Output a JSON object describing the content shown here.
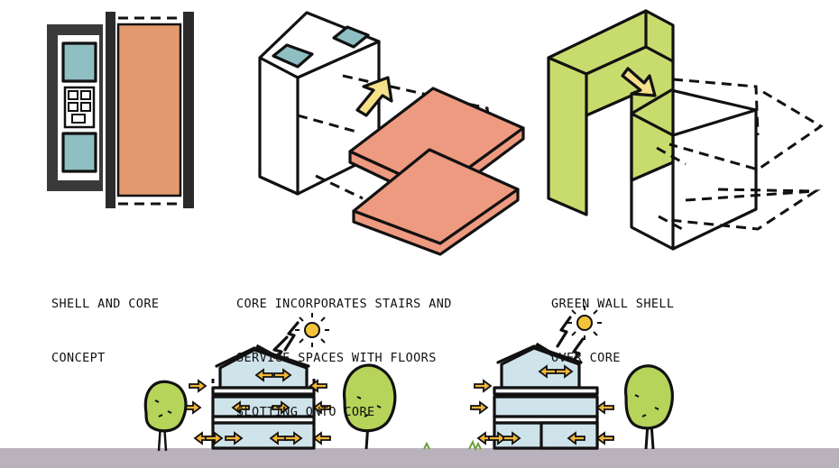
{
  "captions": {
    "shell_core": [
      "SHELL AND CORE",
      "CONCEPT"
    ],
    "core_floors": [
      "CORE INCORPORATES STAIRS AND",
      "SERVICE SPACES WITH FLOORS",
      "SLOTTING ONTO CORE"
    ],
    "green_wall": [
      "GREEN WALL SHELL",
      "OVER CORE"
    ]
  },
  "colors": {
    "core_orange": "#e39a6e",
    "floor_salmon": "#ee9a80",
    "window_blue": "#8fbfc2",
    "green_wall": "#c8dc6e",
    "arrow_yellow": "#f6e08a",
    "arrow_orange": "#f2b63a",
    "tree_green": "#b6d45a",
    "sun_yellow": "#f3c43a",
    "building_blue": "#cfe3ea",
    "ground_grey": "#b9b2bd"
  },
  "icons": [
    "sun-icon",
    "tree-icon",
    "arrow-icon",
    "solar-panel-icon"
  ]
}
